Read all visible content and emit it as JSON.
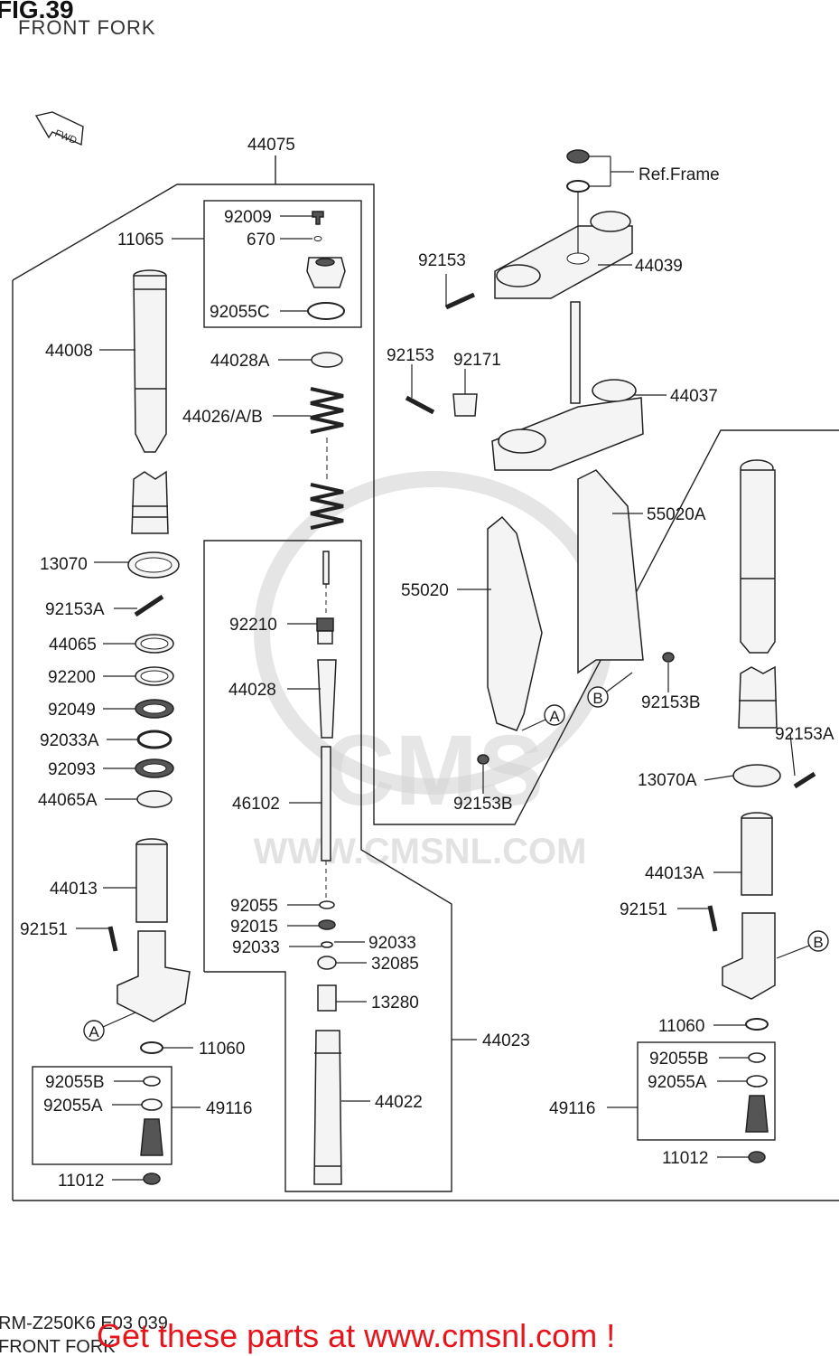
{
  "header": {
    "fig_label": "FIG.39",
    "subtitle": "FRONT FORK"
  },
  "fwd_label": "FWD",
  "ref_frame_label": "Ref.Frame",
  "watermark": {
    "logo_text": "CMS",
    "url_text": "WWW.CMSNL.COM"
  },
  "footer": {
    "code": "RM-Z250K6 E03 039",
    "subtitle_repeat": "FRONT FORK",
    "cta": "Get these parts at www.cmsnl.com !"
  },
  "colors": {
    "cta": "#e8141b",
    "line": "#222222",
    "watermark": "#cfcfcf"
  },
  "parts": {
    "p44075": "44075",
    "p92009": "92009",
    "p670": "670",
    "p11065": "11065",
    "p92055C": "92055C",
    "p44008": "44008",
    "p44028A": "44028A",
    "p44026": "44026/A/B",
    "p13070": "13070",
    "p92153A": "92153A",
    "p44065": "44065",
    "p92200": "92200",
    "p92049": "92049",
    "p92033A": "92033A",
    "p92093": "92093",
    "p44065A": "44065A",
    "p44013": "44013",
    "p92151_l": "92151",
    "p11060_l": "11060",
    "p92055B_l": "92055B",
    "p92055A_l": "92055A",
    "p49116_l": "49116",
    "p11012_l": "11012",
    "p92210": "92210",
    "p44028": "44028",
    "p46102": "46102",
    "p92055": "92055",
    "p92015": "92015",
    "p92033_l": "92033",
    "p92033_r": "92033",
    "p32085": "32085",
    "p13280": "13280",
    "p44023": "44023",
    "p44022": "44022",
    "p92153_top": "92153",
    "p44039": "44039",
    "p92153_mid": "92153",
    "p92171": "92171",
    "p44037": "44037",
    "p55020A": "55020A",
    "p55020": "55020",
    "p92153B_r": "92153B",
    "p92153B_c": "92153B",
    "p92153A_r": "92153A",
    "p13070A": "13070A",
    "p44013A": "44013A",
    "p92151_r": "92151",
    "p11060_r": "11060",
    "p92055B_r": "92055B",
    "p92055A_r": "92055A",
    "p49116_r": "49116",
    "p11012_r": "11012"
  },
  "callouts": {
    "a1": "A",
    "a2": "A",
    "b1": "B",
    "b2": "B"
  }
}
